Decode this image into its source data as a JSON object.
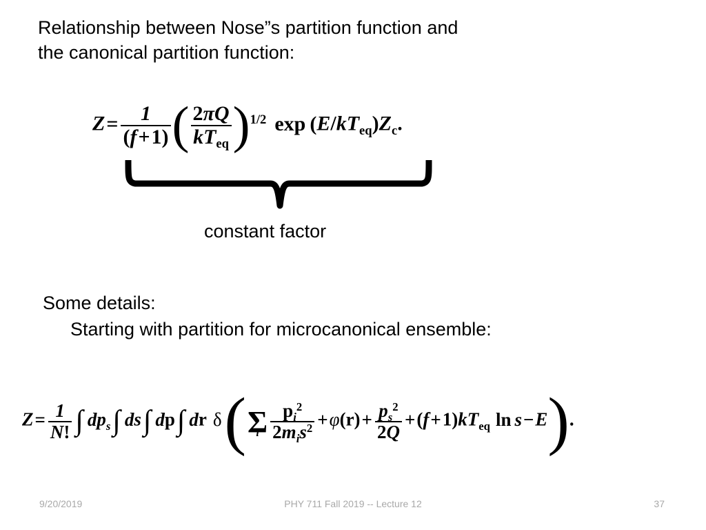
{
  "slide": {
    "title_line_1": "Relationship between Nose”s partition function and",
    "title_line_2": "the canonical partition function:",
    "brace_label": "constant factor",
    "details_line_1": "Some details:",
    "details_line_2": "Starting with partition for microcanonical ensemble:",
    "text_color": "#000000",
    "background_color": "#ffffff"
  },
  "equation_1": {
    "plain": "Z = 1/(f+1) (2πQ/kT_eq)^(1/2) exp (E/kT_eq) Z_c.",
    "lhs": "Z",
    "equals": "=",
    "frac_numerator": "1",
    "frac_denominator_open": "(",
    "frac_denominator_f": "f",
    "frac_denominator_plus": "+",
    "frac_denominator_one": "1",
    "frac_denominator_close": ")",
    "paren_open": "(",
    "inner_num_two": "2",
    "inner_num_pi": "π",
    "inner_num_Q": "Q",
    "inner_den_k": "k",
    "inner_den_T": "T",
    "inner_den_sub": "eq",
    "paren_close": ")",
    "exponent": "1/2",
    "exp_label": "exp",
    "exp_open": "(",
    "exp_E": "E",
    "exp_slash": "/",
    "exp_k": "k",
    "exp_T": "T",
    "exp_T_sub": "eq",
    "exp_close": ")",
    "tail_Z": "Z",
    "tail_sub": "c",
    "tail_period": "."
  },
  "equation_2": {
    "plain": "Z = 1/N! ∫ dp_s ∫ ds ∫ dp ∫ dr δ( Σ_i p_i²/(2 m_i s²) + φ(r) + p_s²/(2Q) + (f+1) k T_eq ln s − E ).",
    "lhs": "Z",
    "equals": "=",
    "frac_numerator": "1",
    "frac_den_N": "N",
    "frac_den_bang": "!",
    "int_symbol": "∫",
    "d_sym": "d",
    "dp_s_p": "p",
    "dp_s_sub": "s",
    "ds_s": "s",
    "dp_bold": "p",
    "dr_bold": "r",
    "delta": "δ",
    "paren_open": "(",
    "sum_symbol": "Σ",
    "sum_index": "i",
    "term1_num_p": "p",
    "term1_num_sub": "i",
    "term1_num_sup": "2",
    "term1_den_two": "2",
    "term1_den_m": "m",
    "term1_den_m_sub": "i",
    "term1_den_s": "s",
    "term1_den_s_sup": "2",
    "plus1": "+",
    "phi": "φ",
    "phi_open": "(",
    "phi_r": "r",
    "phi_close": ")",
    "plus2": "+",
    "term3_num_p": "p",
    "term3_num_sub": "s",
    "term3_num_sup": "2",
    "term3_den_two": "2",
    "term3_den_Q": "Q",
    "plus3": "+",
    "tail_open": "(",
    "tail_f": "f",
    "tail_plus": "+",
    "tail_one": "1",
    "tail_close": ")",
    "tail_k": "k",
    "tail_T": "T",
    "tail_T_sub": "eq",
    "ln": "ln",
    "ln_s": "s",
    "minus": "−",
    "tail_E": "E",
    "paren_close": ")",
    "period": "."
  },
  "footer": {
    "date": "9/20/2019",
    "center": "PHY 711  Fall 2019 -- Lecture 12",
    "page_number": "37",
    "color": "#a8a8a8"
  }
}
